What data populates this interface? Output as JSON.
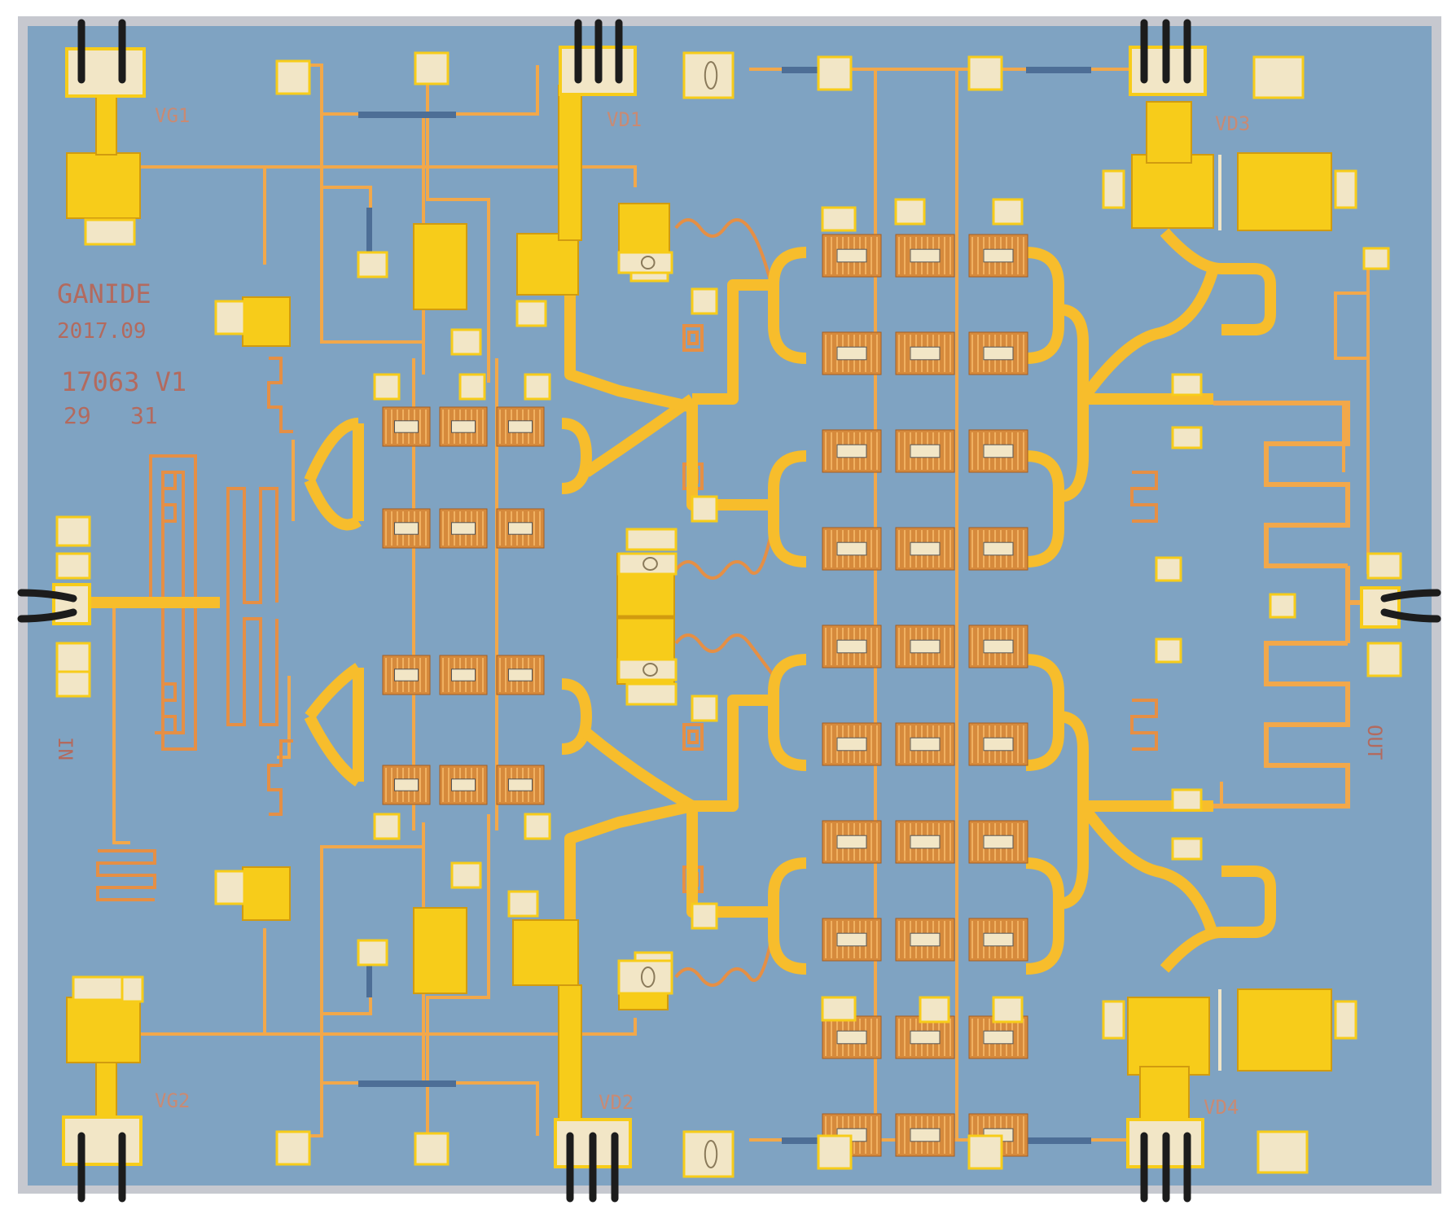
{
  "image": {
    "kind": "MMIC power amplifier die micrograph",
    "colors": {
      "substrate": "#7fa3c2",
      "substrate_border": "#c6c8cf",
      "gold_pad": "#f7cc1a",
      "gold_line": "#f2a84a",
      "pad_white": "#f2e6c6",
      "bond_wire": "#1c1c1c",
      "transistor": "#d68a3c",
      "label_text": "#b36a5e"
    }
  },
  "labels": {
    "vg1": "VG1",
    "vd1": "VD1",
    "vd3": "VD3",
    "vg2": "VG2",
    "vd2": "VD2",
    "vd4": "VD4",
    "in": "IN",
    "out": "OUT",
    "company": "GANIDE",
    "date": "2017.09",
    "part": "17063 V1",
    "row_a": "29",
    "row_b": "31"
  }
}
